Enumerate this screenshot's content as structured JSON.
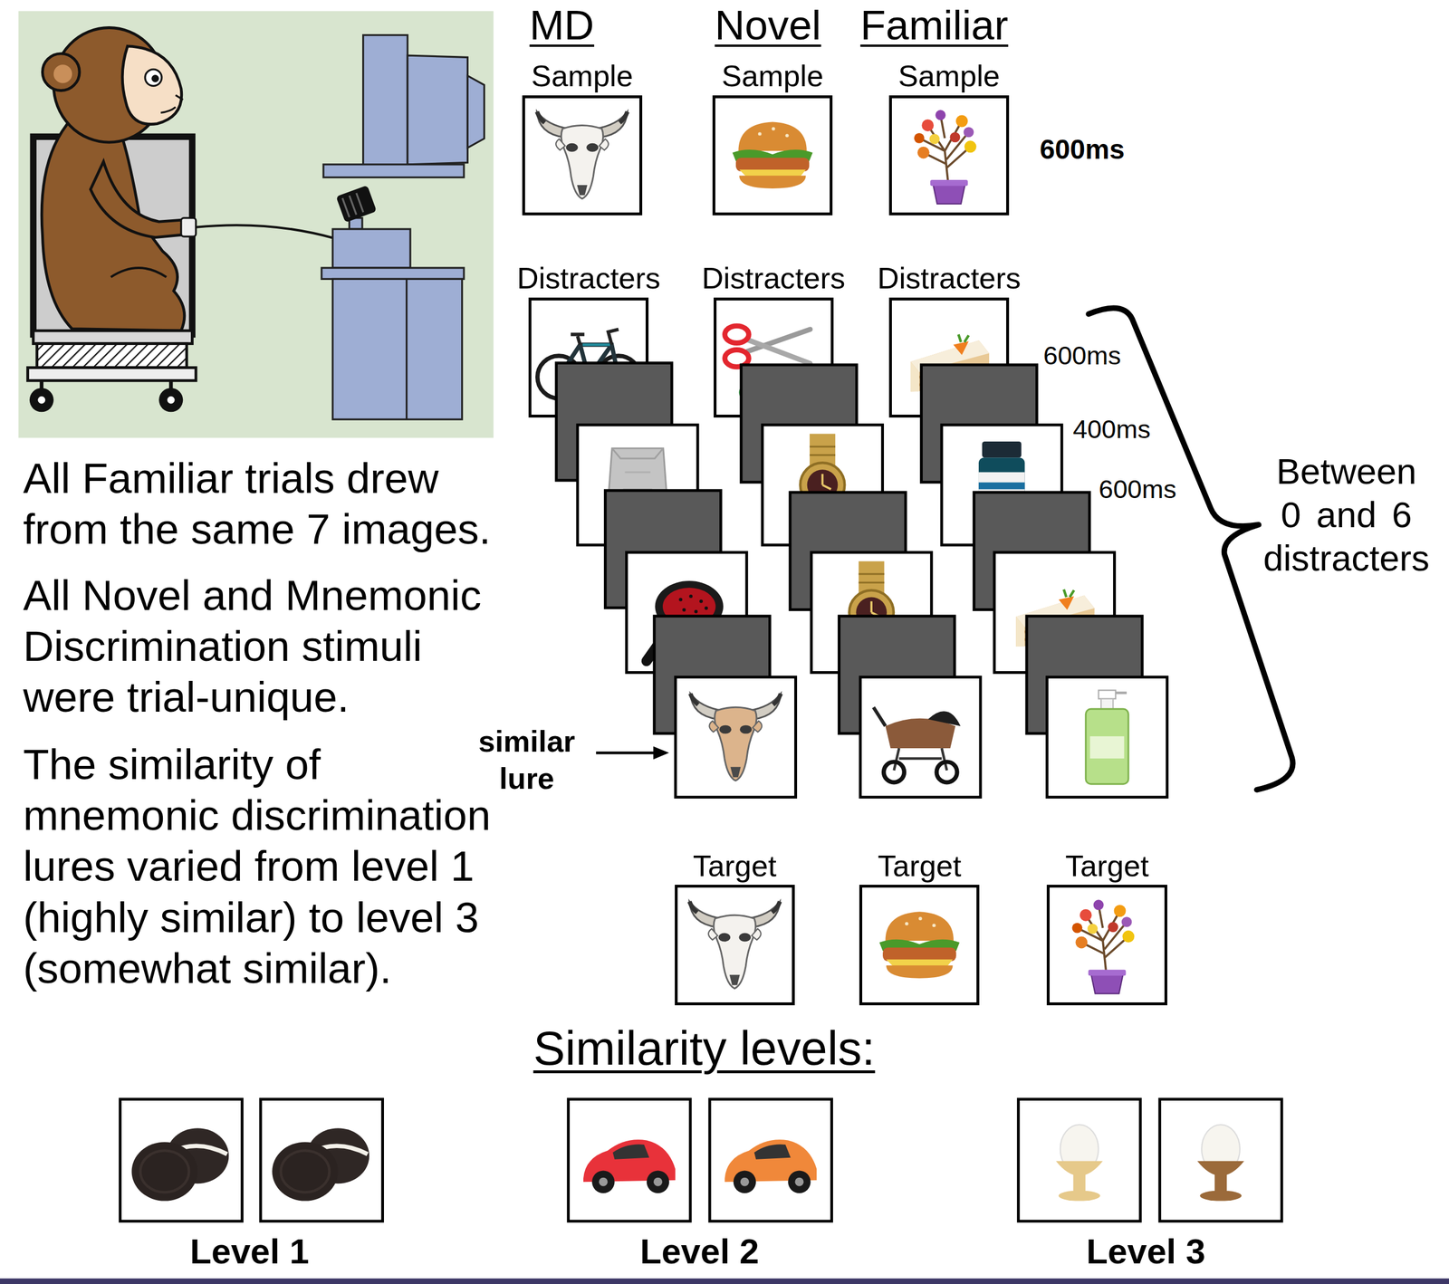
{
  "diagram": {
    "nodes": [
      {
        "text": [
          "Sample"
        ]
      },
      {
        "text": [
          "Sample"
        ]
      },
      {
        "text": [
          "Sample"
        ]
      },
      {
        "text": [
          "Distracters"
        ]
      },
      {
        "text": [
          "Distracters"
        ]
      },
      {
        "text": [
          "Distracters"
        ]
      },
      {
        "text": [
          "Target"
        ]
      },
      {
        "text": [
          "Target"
        ]
      },
      {
        "text": [
          "Target"
        ]
      }
    ],
    "labels": [
      "MD",
      "Novel",
      "Familiar",
      "600ms",
      "600ms",
      "400ms",
      "600ms",
      "Between 0 and 6 distracters",
      "All Familiar trials drew from the same 7 images.",
      "All Novel and Mnemonic Discrimination stimuli were trial-unique.",
      "The similarity of mnemonic discrimination lures varied from level 1 (highly similar) to level 3 (somewhat similar).",
      "similar lure",
      "Similarity levels:",
      "Level 1",
      "Level 2",
      "Level 3"
    ]
  }
}
